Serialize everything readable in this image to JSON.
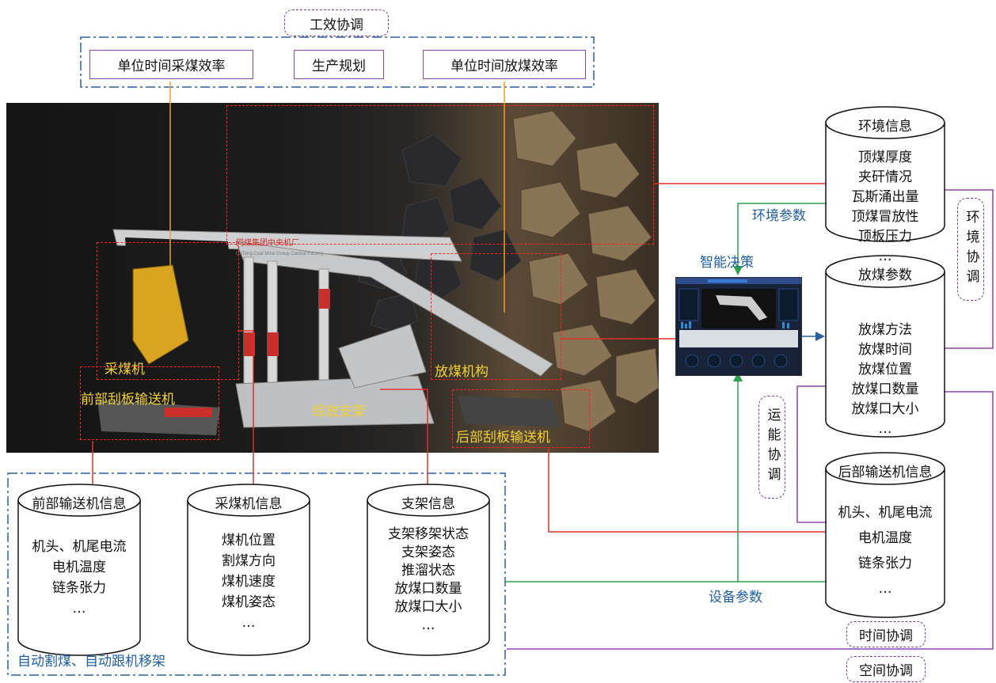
{
  "top": {
    "coord_label": "工效协调",
    "boxes": [
      "单位时间采煤效率",
      "生产规划",
      "单位时间放煤效率"
    ]
  },
  "photo": {
    "plate_text": "同煤集团中央机厂",
    "plate_subtext": "DaTong Coal Mine Group Central Factory",
    "labels": {
      "shearer": "采煤机",
      "front_conveyor": "前部刮板输送机",
      "support": "综放支架",
      "caving": "放煤机构",
      "rear_conveyor": "后部刮板输送机"
    }
  },
  "bottom": {
    "cylinders": [
      {
        "title": "前部输送机信息",
        "items": [
          "机头、机尾电流",
          "电机温度",
          "链条张力",
          "…"
        ]
      },
      {
        "title": "采煤机信息",
        "items": [
          "煤机位置",
          "割煤方向",
          "煤机速度",
          "煤机姿态",
          "…"
        ]
      },
      {
        "title": "支架信息",
        "items": [
          "支架移架状态",
          "支架姿态",
          "推溜状态",
          "放煤口数量",
          "放煤口大小",
          "…"
        ]
      }
    ],
    "group_label": "自动割煤、自动跟机移架"
  },
  "right": {
    "env": {
      "title": "环境信息",
      "items": [
        "顶煤厚度",
        "夹矸情况",
        "瓦斯涌出量",
        "顶煤冒放性",
        "顶板压力",
        "…"
      ]
    },
    "caving_params": {
      "title": "放煤参数",
      "items": [
        "放煤方法",
        "放煤时间",
        "放煤位置",
        "放煤口数量",
        "放煤口大小",
        "…"
      ]
    },
    "rear_conveyor": {
      "title": "后部输送机信息",
      "items": [
        "机头、机尾电流",
        "电机温度",
        "链条张力",
        "…"
      ]
    },
    "env_coord": "环境协调",
    "transport_coord": "运能协调",
    "time_coord": "时间协调",
    "space_coord": "空间协调"
  },
  "center": {
    "decision": "智能决策",
    "env_params": "环境参数",
    "equipment_params": "设备参数"
  },
  "colors": {
    "red_line": "#e0302a",
    "green_line": "#2ca24a",
    "purple": "#8e44ad",
    "blue_dash": "#2b5fa8",
    "orange_line": "#f0a020",
    "yellow_label": "#f2d230"
  }
}
